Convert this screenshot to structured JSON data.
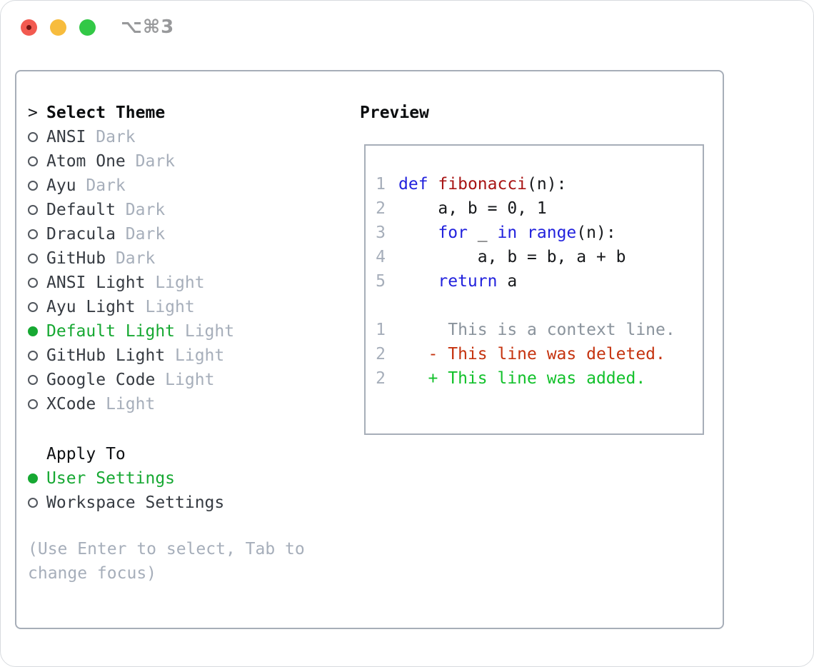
{
  "window": {
    "titlebar": {
      "title": "⌥⌘3",
      "traffic_lights": [
        "close",
        "minimize",
        "zoom"
      ]
    }
  },
  "theme_selector": {
    "prompt": ">",
    "title": "Select Theme",
    "items": [
      {
        "name": "ANSI",
        "variant": "Dark",
        "selected": false
      },
      {
        "name": "Atom One",
        "variant": "Dark",
        "selected": false
      },
      {
        "name": "Ayu",
        "variant": "Dark",
        "selected": false
      },
      {
        "name": "Default",
        "variant": "Dark",
        "selected": false
      },
      {
        "name": "Dracula",
        "variant": "Dark",
        "selected": false
      },
      {
        "name": "GitHub",
        "variant": "Dark",
        "selected": false
      },
      {
        "name": "ANSI Light",
        "variant": "Light",
        "selected": false
      },
      {
        "name": "Ayu Light",
        "variant": "Light",
        "selected": false
      },
      {
        "name": "Default Light",
        "variant": "Light",
        "selected": true
      },
      {
        "name": "GitHub Light",
        "variant": "Light",
        "selected": false
      },
      {
        "name": "Google Code",
        "variant": "Light",
        "selected": false
      },
      {
        "name": "XCode",
        "variant": "Light",
        "selected": false
      }
    ],
    "apply_to": {
      "title": "Apply To",
      "options": [
        {
          "label": "User Settings",
          "selected": true
        },
        {
          "label": "Workspace Settings",
          "selected": false
        }
      ]
    },
    "hint_lines": [
      "(Use Enter to select, Tab to",
      "change focus)"
    ]
  },
  "preview": {
    "title": "Preview",
    "lines": [
      {
        "no": "1",
        "tokens": [
          [
            "def",
            "kw"
          ],
          [
            " ",
            "pl"
          ],
          [
            "fibonacci",
            "fn"
          ],
          [
            "(n):",
            "pl"
          ]
        ]
      },
      {
        "no": "2",
        "tokens": [
          [
            "    a, b = 0, 1",
            "pl"
          ]
        ]
      },
      {
        "no": "3",
        "tokens": [
          [
            "    ",
            "pl"
          ],
          [
            "for",
            "kw"
          ],
          [
            " _ ",
            "pl"
          ],
          [
            "in",
            "kw"
          ],
          [
            " ",
            "pl"
          ],
          [
            "range",
            "kw"
          ],
          [
            "(n):",
            "pl"
          ]
        ]
      },
      {
        "no": "4",
        "tokens": [
          [
            "        a, b = b, a + b",
            "pl"
          ]
        ]
      },
      {
        "no": "5",
        "tokens": [
          [
            "    ",
            "pl"
          ],
          [
            "return",
            "kw"
          ],
          [
            " a",
            "pl"
          ]
        ]
      },
      {
        "no": "",
        "tokens": []
      },
      {
        "no": "1",
        "tokens": [
          [
            "     This is a context line.",
            "ctx"
          ]
        ]
      },
      {
        "no": "2",
        "tokens": [
          [
            "   - This line was deleted.",
            "del"
          ]
        ]
      },
      {
        "no": "2",
        "tokens": [
          [
            "   + This line was added.",
            "add"
          ]
        ]
      }
    ]
  },
  "colors": {
    "accent_green": "#16a832",
    "keyword_blue": "#2222dd",
    "function_red": "#a81414",
    "diff_deleted": "#c5330f",
    "diff_added": "#12c12b",
    "muted_gray": "#a6aeba",
    "context_gray": "#8a939c",
    "line_no_gray": "#a6aeba",
    "text_dark": "#363b42",
    "border_gray": "#a7aeb8",
    "traffic_red": "#f25a50",
    "traffic_yellow": "#f7bc3d",
    "traffic_green": "#32c846"
  }
}
